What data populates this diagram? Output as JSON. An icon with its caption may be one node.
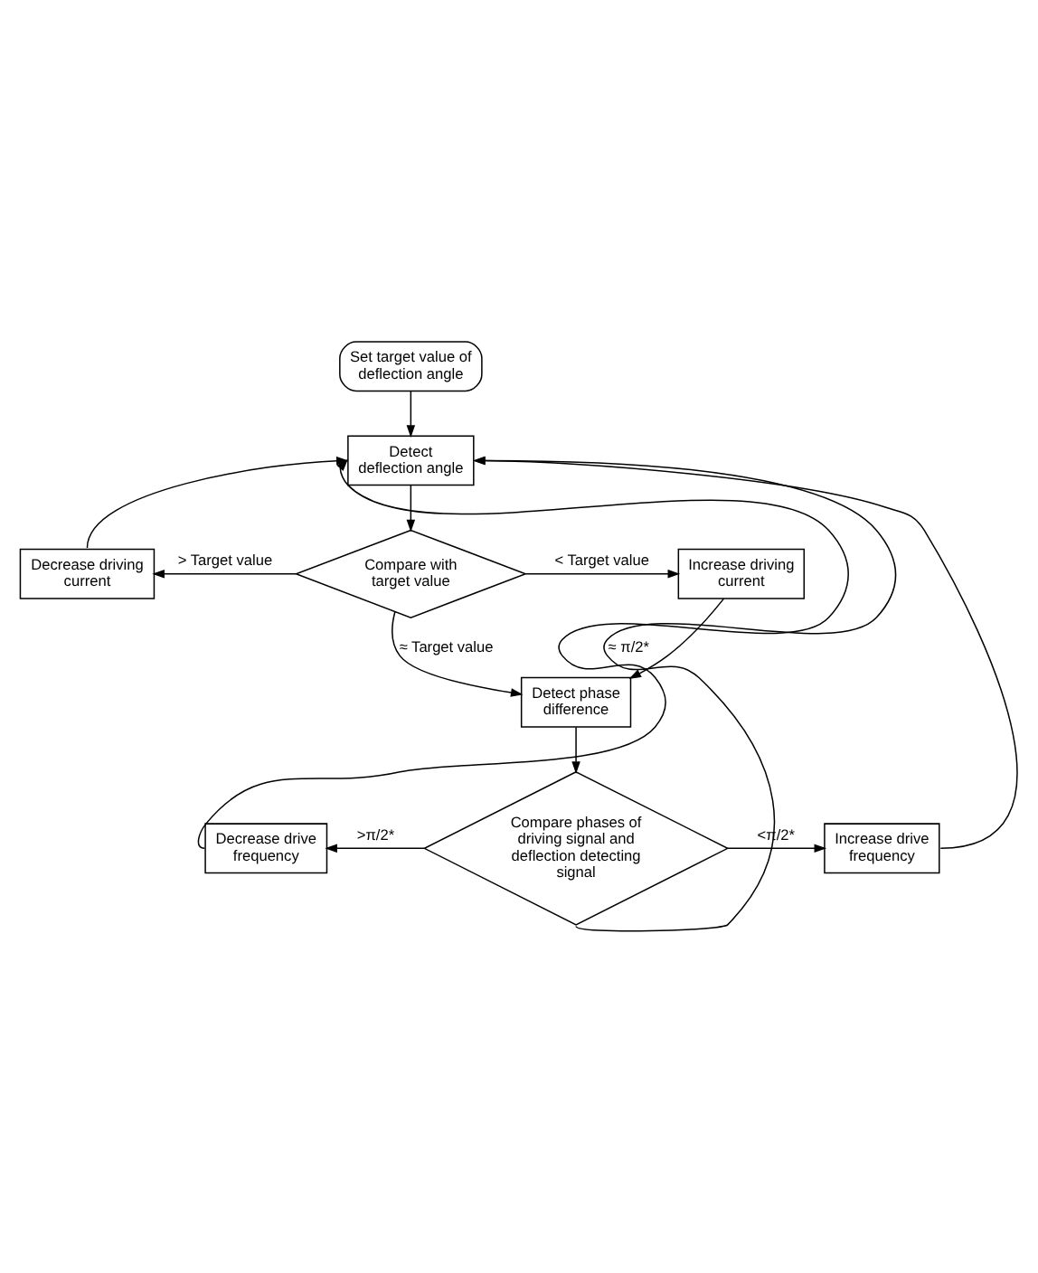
{
  "diagram": {
    "nodes": [
      {
        "text": [
          "Set target value of deflection angle"
        ]
      },
      {
        "text": [
          "Detect deflection angle"
        ]
      },
      {
        "text": [
          "Compare with target value"
        ]
      },
      {
        "text": [
          "Decrease driving current"
        ]
      },
      {
        "text": [
          "Increase driving current"
        ]
      },
      {
        "text": [
          "Detect phase difference"
        ]
      },
      {
        "text": [
          "Compare phases of driving signal and deflection detecting signal"
        ]
      },
      {
        "text": [
          "Decrease drive frequency"
        ]
      },
      {
        "text": [
          "Increase drive frequency"
        ]
      }
    ],
    "edges": [
      {
        "from": 0,
        "to": 1,
        "arrow": "to"
      },
      {
        "from": 1,
        "to": 2,
        "arrow": "to"
      },
      {
        "from": 2,
        "to": 3,
        "arrow": "to",
        "label": "> Target value"
      },
      {
        "from": 2,
        "to": 4,
        "arrow": "to",
        "label": "< Target value"
      },
      {
        "from": 3,
        "to": 1,
        "arrow": "to"
      },
      {
        "from": 2,
        "to": 5,
        "arrow": "to",
        "label": "≈ Target value"
      },
      {
        "from": 4,
        "to": 5,
        "arrow": "to"
      },
      {
        "from": 5,
        "to": 6,
        "arrow": "to"
      },
      {
        "from": 6,
        "to": 7,
        "arrow": "to",
        "label": ">π/2*"
      },
      {
        "from": 6,
        "to": 8,
        "arrow": "to",
        "label": "<π/2*"
      },
      {
        "from": 7,
        "to": 1,
        "arrow": "to"
      },
      {
        "from": 8,
        "to": 1,
        "arrow": "to"
      },
      {
        "from": 6,
        "to": 1,
        "arrow": "to",
        "label": "≈ π/2*"
      }
    ]
  }
}
